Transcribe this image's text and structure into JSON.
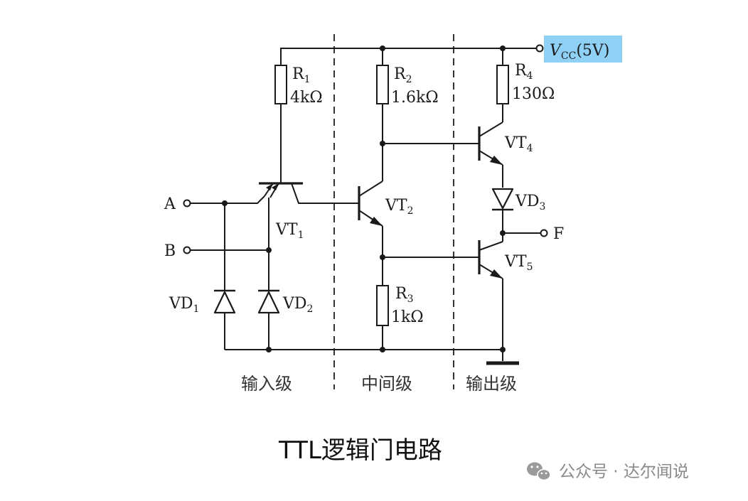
{
  "supply": {
    "symbol": "V",
    "subscript": "CC",
    "value": "(5V)",
    "highlight_color": "#8fd0f5"
  },
  "inputs": {
    "a": "A",
    "b": "B"
  },
  "output": {
    "f": "F"
  },
  "resistors": {
    "r1": {
      "name": "R",
      "sub": "1",
      "value": "4kΩ"
    },
    "r2": {
      "name": "R",
      "sub": "2",
      "value": "1.6kΩ"
    },
    "r3": {
      "name": "R",
      "sub": "3",
      "value": "1kΩ"
    },
    "r4": {
      "name": "R",
      "sub": "4",
      "value": "130Ω"
    }
  },
  "transistors": {
    "vt1": {
      "name": "VT",
      "sub": "1"
    },
    "vt2": {
      "name": "VT",
      "sub": "2"
    },
    "vt4": {
      "name": "VT",
      "sub": "4"
    },
    "vt5": {
      "name": "VT",
      "sub": "5"
    }
  },
  "diodes": {
    "vd1": {
      "name": "VD",
      "sub": "1"
    },
    "vd2": {
      "name": "VD",
      "sub": "2"
    },
    "vd3": {
      "name": "VD",
      "sub": "3"
    }
  },
  "stages": {
    "input": "输入级",
    "middle": "中间级",
    "output": "输出级"
  },
  "title": "TTL逻辑门电路",
  "watermark": {
    "icon": "wechat-icon",
    "text": "公众号 · 达尔闻说"
  }
}
